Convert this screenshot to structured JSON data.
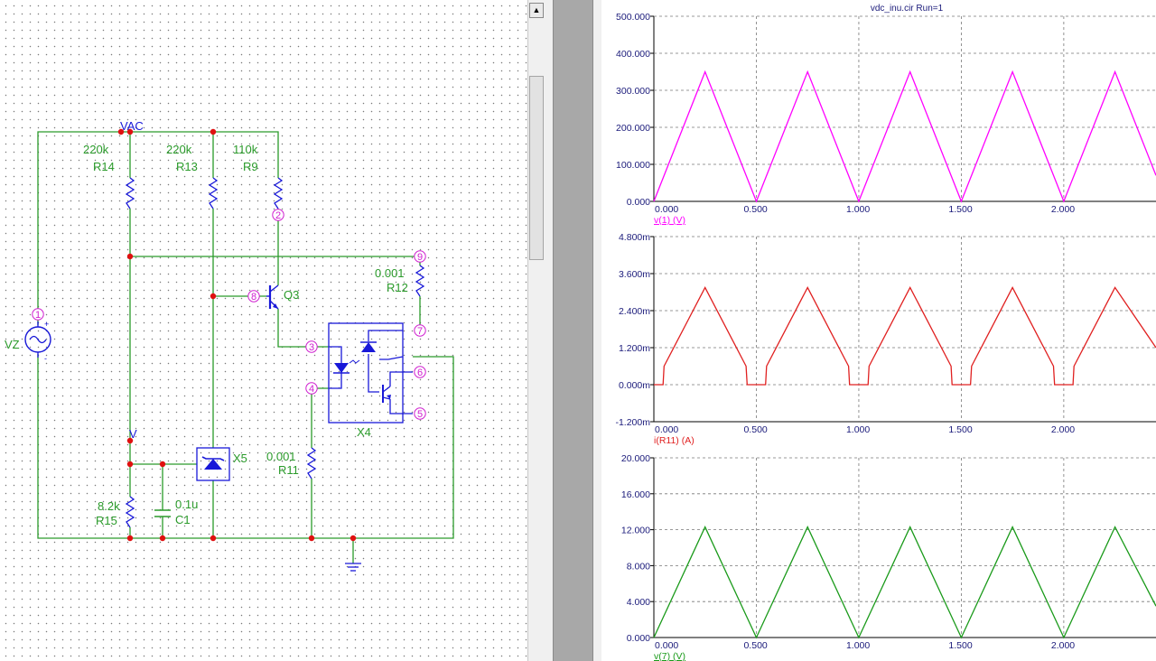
{
  "window": {
    "plot_title": "vdc_inu.cir Run=1"
  },
  "colors": {
    "wire": "#2a9a2a",
    "component": "#1818d8",
    "node_label": "#d020d0",
    "junction": "#e01010",
    "plot_text": "#1a1a7a",
    "trace_v1": "#ff00ff",
    "trace_ir11": "#e02020",
    "trace_v7": "#1a9a1a"
  },
  "schematic": {
    "net_labels": {
      "vac": "VAC",
      "v": "V"
    },
    "components": {
      "r14": {
        "ref": "R14",
        "value": "220k"
      },
      "r13": {
        "ref": "R13",
        "value": "220k"
      },
      "r9": {
        "ref": "R9",
        "value": "110k"
      },
      "r12": {
        "ref": "R12",
        "value": "0.001"
      },
      "r11": {
        "ref": "R11",
        "value": "0.001"
      },
      "r15": {
        "ref": "R15",
        "value": "8.2k"
      },
      "c1": {
        "ref": "C1",
        "value": "0.1u"
      },
      "q3": {
        "ref": "Q3"
      },
      "x4": {
        "ref": "X4"
      },
      "x5": {
        "ref": "X5"
      },
      "vz": {
        "ref": "VZ"
      }
    },
    "nodes": [
      "1",
      "2",
      "3",
      "4",
      "5",
      "6",
      "7",
      "8",
      "9"
    ],
    "icons": [
      "ground-icon",
      "voltage-source-icon",
      "resistor-icon",
      "capacitor-icon",
      "npn-transistor-icon",
      "zener-diode-icon",
      "optocoupler-icon",
      "led-icon"
    ]
  },
  "chart_data": [
    {
      "type": "line",
      "x_ticks": [
        "0.000",
        "0.500",
        "1.000",
        "1.500",
        "2.000"
      ],
      "y_ticks": [
        "0.000",
        "100.000",
        "200.000",
        "300.000",
        "400.000",
        "500.000"
      ],
      "ylim": [
        0,
        500
      ],
      "xlim": [
        0,
        2.45
      ],
      "grid": true,
      "trace_label": "v(1) (V)",
      "x": [
        0,
        0.25,
        0.5,
        0.75,
        1.0,
        1.25,
        1.5,
        1.75,
        2.0,
        2.25,
        2.45
      ],
      "y": [
        0,
        350,
        0,
        350,
        0,
        350,
        0,
        350,
        0,
        350,
        70
      ],
      "color": "#ff00ff"
    },
    {
      "type": "line",
      "x_ticks": [
        "0.000",
        "0.500",
        "1.000",
        "1.500",
        "2.000"
      ],
      "y_ticks": [
        "-1.200m",
        "0.000m",
        "1.200m",
        "2.400m",
        "3.600m",
        "4.800m"
      ],
      "ylim": [
        -1.2,
        4.8
      ],
      "xlim": [
        0,
        2.45
      ],
      "grid": true,
      "trace_label": "i(R11) (A)",
      "x": [
        0,
        0.045,
        0.05,
        0.25,
        0.45,
        0.455,
        0.5,
        0.545,
        0.55,
        0.75,
        0.95,
        0.955,
        1.0,
        1.045,
        1.05,
        1.25,
        1.45,
        1.455,
        1.5,
        1.545,
        1.55,
        1.75,
        1.95,
        1.955,
        2.0,
        2.045,
        2.05,
        2.25,
        2.45
      ],
      "y": [
        0,
        0,
        0.6,
        3.15,
        0.6,
        0,
        0,
        0,
        0.6,
        3.15,
        0.6,
        0,
        0,
        0,
        0.6,
        3.15,
        0.6,
        0,
        0,
        0,
        0.6,
        3.15,
        0.6,
        0,
        0,
        0,
        0.6,
        3.15,
        1.2
      ],
      "color": "#e02020"
    },
    {
      "type": "line",
      "x_ticks": [
        "0.000",
        "0.500",
        "1.000",
        "1.500",
        "2.000"
      ],
      "y_ticks": [
        "0.000",
        "4.000",
        "8.000",
        "12.000",
        "16.000",
        "20.000"
      ],
      "ylim": [
        0,
        20
      ],
      "xlim": [
        0,
        2.45
      ],
      "grid": true,
      "trace_label": "v(7) (V)",
      "x": [
        0,
        0.25,
        0.5,
        0.75,
        1.0,
        1.25,
        1.5,
        1.75,
        2.0,
        2.25,
        2.45
      ],
      "y": [
        0,
        12.3,
        0,
        12.3,
        0,
        12.3,
        0,
        12.3,
        0,
        12.3,
        3.5
      ],
      "color": "#1a9a1a"
    }
  ]
}
